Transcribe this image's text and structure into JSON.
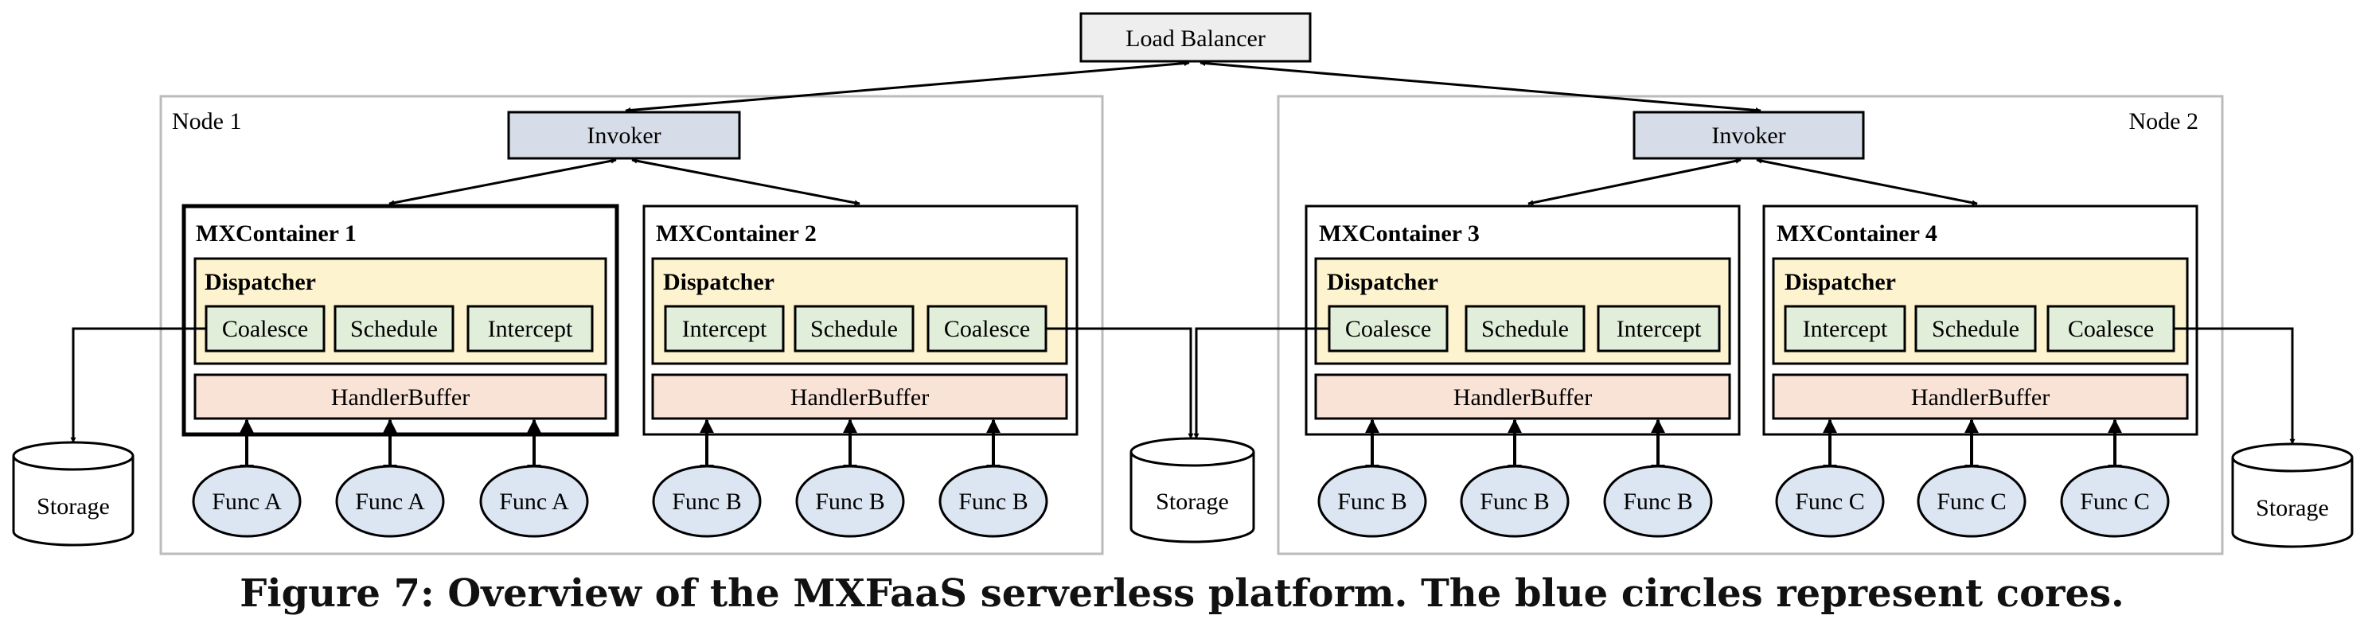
{
  "load_balancer": "Load Balancer",
  "nodes": [
    {
      "label": "Node 1",
      "invoker": "Invoker"
    },
    {
      "label": "Node 2",
      "invoker": "Invoker"
    }
  ],
  "containers": [
    {
      "title": "MXContainer 1",
      "dispatcher": "Dispatcher",
      "stages": [
        "Coalesce",
        "Schedule",
        "Intercept"
      ],
      "buffer": "HandlerBuffer",
      "funcs": [
        "Func A",
        "Func A",
        "Func A"
      ]
    },
    {
      "title": "MXContainer 2",
      "dispatcher": "Dispatcher",
      "stages": [
        "Intercept",
        "Schedule",
        "Coalesce"
      ],
      "buffer": "HandlerBuffer",
      "funcs": [
        "Func B",
        "Func B",
        "Func B"
      ]
    },
    {
      "title": "MXContainer 3",
      "dispatcher": "Dispatcher",
      "stages": [
        "Coalesce",
        "Schedule",
        "Intercept"
      ],
      "buffer": "HandlerBuffer",
      "funcs": [
        "Func B",
        "Func B",
        "Func B"
      ]
    },
    {
      "title": "MXContainer 4",
      "dispatcher": "Dispatcher",
      "stages": [
        "Intercept",
        "Schedule",
        "Coalesce"
      ],
      "buffer": "HandlerBuffer",
      "funcs": [
        "Func C",
        "Func C",
        "Func C"
      ]
    }
  ],
  "storage": [
    "Storage",
    "Storage",
    "Storage"
  ],
  "caption": "Figure 7: Overview of the MXFaaS serverless platform. The blue circles represent cores.",
  "colors": {
    "invoker_fill": "#d6dde8",
    "dispatcher_fill": "#fdf3cf",
    "stage_fill": "#e1efda",
    "buffer_fill": "#f9e3d6",
    "func_fill": "#dce6f3",
    "node_border": "#bbbbbb"
  }
}
